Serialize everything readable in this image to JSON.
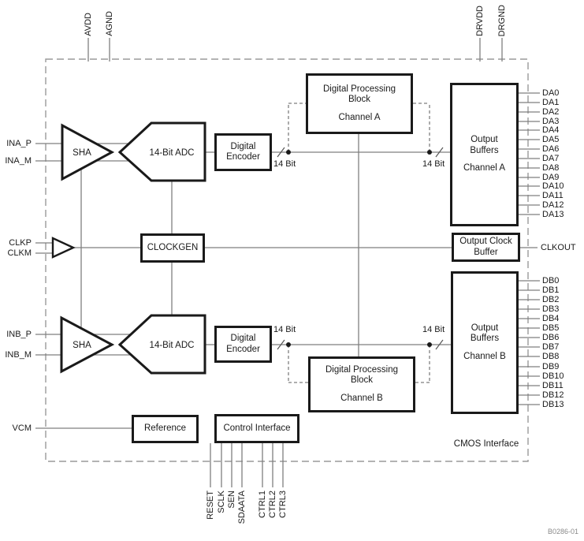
{
  "pins": {
    "top_left": [
      "AVDD",
      "AGND"
    ],
    "top_right": [
      "DRVDD",
      "DRGND"
    ],
    "left": {
      "ina_p": "INA_P",
      "ina_m": "INA_M",
      "clkp": "CLKP",
      "clkm": "CLKM",
      "inb_p": "INB_P",
      "inb_m": "INB_M",
      "vcm": "VCM"
    },
    "right": {
      "clkout": "CLKOUT"
    },
    "da": [
      "DA0",
      "DA1",
      "DA2",
      "DA3",
      "DA4",
      "DA5",
      "DA6",
      "DA7",
      "DA8",
      "DA9",
      "DA10",
      "DA11",
      "DA12",
      "DA13"
    ],
    "db": [
      "DB0",
      "DB1",
      "DB2",
      "DB3",
      "DB4",
      "DB5",
      "DB6",
      "DB7",
      "DB8",
      "DB9",
      "DB10",
      "DB11",
      "DB12",
      "DB13"
    ],
    "bottom": [
      "RESET",
      "SCLK",
      "SEN",
      "SDAATA",
      "CTRL1",
      "CTRL2",
      "CTRL3"
    ]
  },
  "blocks": {
    "sha": "SHA",
    "adc": "14-Bit ADC",
    "encoder_line1": "Digital",
    "encoder_line2": "Encoder",
    "clockgen": "CLOCKGEN",
    "dpb_title": "Digital Processing Block",
    "dpb_a_channel": "Channel A",
    "dpb_b_channel": "Channel B",
    "ob_line1": "Output",
    "ob_line2": "Buffers",
    "ob_a_channel": "Channel A",
    "ob_b_channel": "Channel B",
    "ocb_line1": "Output Clock",
    "ocb_line2": "Buffer",
    "reference": "Reference",
    "control_interface": "Control Interface"
  },
  "labels": {
    "bus_width": "14 Bit",
    "cmos": "CMOS Interface",
    "figure_code": "B0286-01"
  },
  "colors": {
    "line_gray": "#7f7f7f",
    "border_dash_gray": "#9a9a9a",
    "block_border": "#1a1a1a"
  }
}
